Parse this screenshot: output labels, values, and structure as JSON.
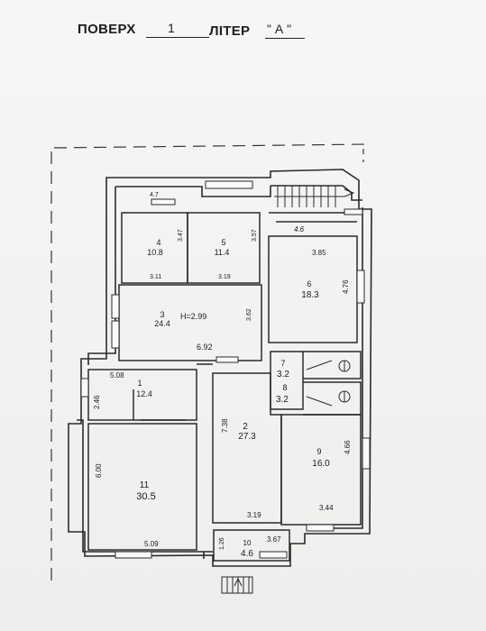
{
  "header": {
    "floor_label": "ПОВЕРХ",
    "floor_value": "1",
    "liter_label": "ЛІТЕР",
    "liter_value": "\" А \""
  },
  "rooms": [
    {
      "number": "4",
      "area": "10.8",
      "dims": [
        "3.47",
        "3.11"
      ]
    },
    {
      "number": "5",
      "area": "11.4",
      "dims": [
        "3.57",
        "3.19"
      ]
    },
    {
      "number": "3",
      "area": "24.4",
      "height": "H=2.99",
      "dims": [
        "3.62",
        "6.92"
      ]
    },
    {
      "number": "6",
      "area": "18.3",
      "dims": [
        "3.85",
        "4.76"
      ]
    },
    {
      "number": "7",
      "area": "3.2"
    },
    {
      "number": "8",
      "area": "3.2"
    },
    {
      "number": "1",
      "area": "12.4",
      "dims": [
        "5.08",
        "2.46"
      ]
    },
    {
      "number": "2",
      "area": "27.3",
      "dims": [
        "7.38",
        "3.19"
      ]
    },
    {
      "number": "9",
      "area": "16.0",
      "dims": [
        "4.66",
        "3.44"
      ]
    },
    {
      "number": "11",
      "area": "30.5",
      "dims": [
        "6.00",
        "5.09"
      ]
    },
    {
      "number": "10",
      "area": "4.6",
      "dims": [
        "1.26",
        "3.67"
      ]
    }
  ],
  "extra_dims": [
    "4.7",
    "4.6"
  ]
}
